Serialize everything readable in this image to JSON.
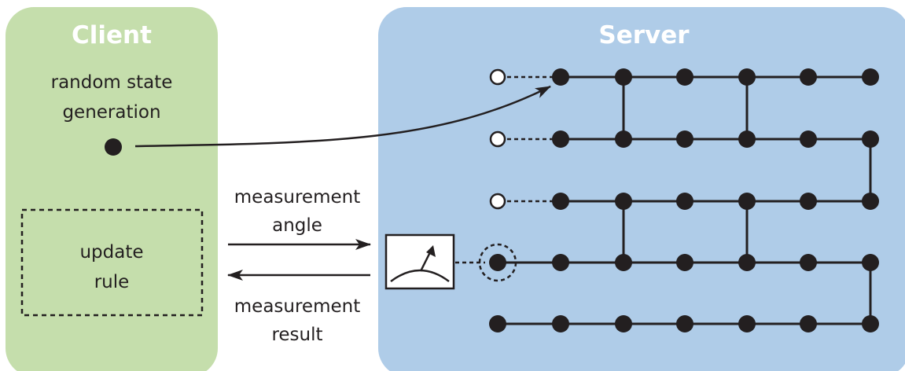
{
  "client": {
    "title": "Client",
    "random_state_line1": "random state",
    "random_state_line2": "generation",
    "update_rule_line1": "update",
    "update_rule_line2": "rule"
  },
  "server": {
    "title": "Server"
  },
  "channel": {
    "angle_line1": "measurement",
    "angle_line2": "angle",
    "result_line1": "measurement",
    "result_line2": "result"
  },
  "colors": {
    "client_panel": "#c5deac",
    "server_panel": "#afcce8",
    "ink": "#231f20"
  }
}
